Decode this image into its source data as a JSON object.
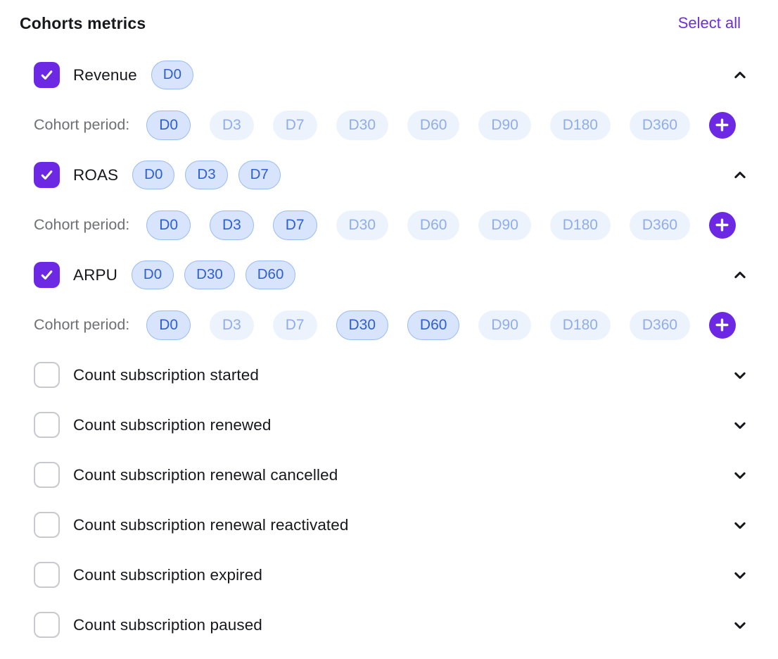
{
  "header": {
    "title": "Cohorts metrics",
    "select_all_label": "Select all"
  },
  "cohort_period_label": "Cohort period:",
  "period_options": [
    "D0",
    "D3",
    "D7",
    "D30",
    "D60",
    "D90",
    "D180",
    "D360"
  ],
  "metrics": [
    {
      "label": "Revenue",
      "checked": true,
      "expanded": true,
      "selected_periods": [
        "D0"
      ]
    },
    {
      "label": "ROAS",
      "checked": true,
      "expanded": true,
      "selected_periods": [
        "D0",
        "D3",
        "D7"
      ]
    },
    {
      "label": "ARPU",
      "checked": true,
      "expanded": true,
      "selected_periods": [
        "D0",
        "D30",
        "D60"
      ]
    },
    {
      "label": "Count subscription started",
      "checked": false,
      "expanded": false,
      "selected_periods": []
    },
    {
      "label": "Count subscription renewed",
      "checked": false,
      "expanded": false,
      "selected_periods": []
    },
    {
      "label": "Count subscription renewal cancelled",
      "checked": false,
      "expanded": false,
      "selected_periods": []
    },
    {
      "label": "Count subscription renewal reactivated",
      "checked": false,
      "expanded": false,
      "selected_periods": []
    },
    {
      "label": "Count subscription expired",
      "checked": false,
      "expanded": false,
      "selected_periods": []
    },
    {
      "label": "Count subscription paused",
      "checked": false,
      "expanded": false,
      "selected_periods": []
    }
  ],
  "icons": {
    "checked_checkbox": "check-icon",
    "expanded_row": "chevron-up-icon",
    "collapsed_row": "chevron-down-icon",
    "add_period_button": "plus-icon"
  },
  "colors": {
    "accent_purple": "#6d28e3",
    "link_purple": "#6c2fdb",
    "pill_selected_bg": "#d7e4fb",
    "pill_selected_border": "#9bbcf3",
    "pill_selected_text": "#2e5fd3",
    "pill_unselected_bg": "#edf3fd",
    "pill_unselected_text": "#8fadea",
    "text_primary": "#17181c",
    "text_muted": "#6e7076",
    "checkbox_border": "#c7c9cf"
  }
}
